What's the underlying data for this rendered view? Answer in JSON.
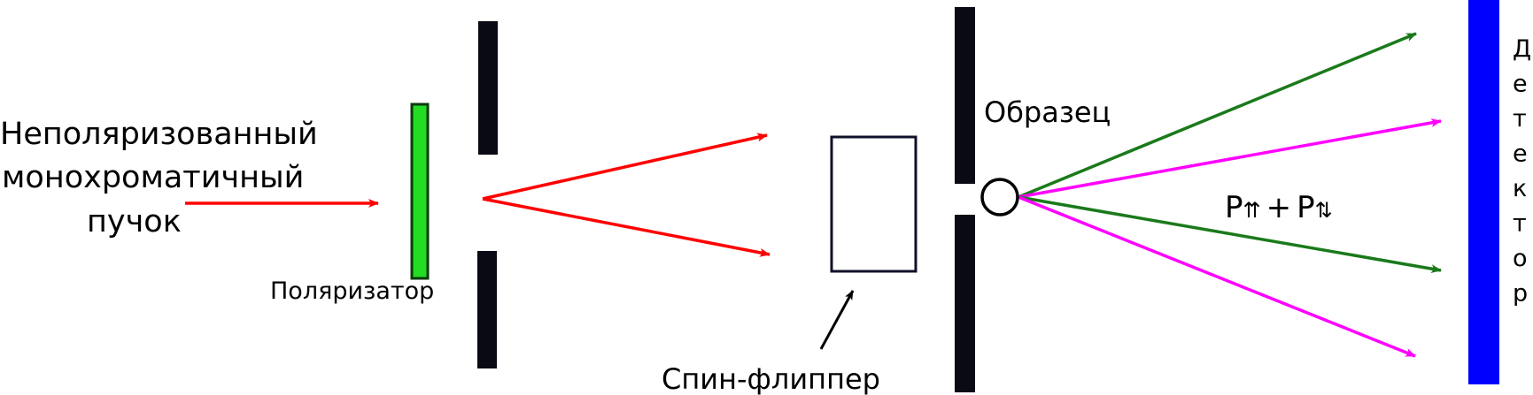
{
  "labels": {
    "beam_line1": "Неполяризованный",
    "beam_line2": "монохроматичный",
    "beam_line3": "пучок",
    "polarizer": "Поляризатор",
    "spin_flipper": "Спин-флиппер",
    "sample": "Образец",
    "detector_letters": [
      "Д",
      "е",
      "т",
      "е",
      "к",
      "т",
      "о",
      "р"
    ],
    "polarization_p1": "P",
    "polarization_uu": "⇈",
    "polarization_plus": "+",
    "polarization_p2": "P",
    "polarization_ud": "⇅"
  },
  "colors": {
    "incident_beam": "#ff0000",
    "polarizer_fill": "#22dd22",
    "slit": "#0a0a14",
    "detector": "#0000ff",
    "beam_green": "#1a7a1a",
    "beam_magenta": "#ff00ff",
    "outline": "#000000"
  }
}
